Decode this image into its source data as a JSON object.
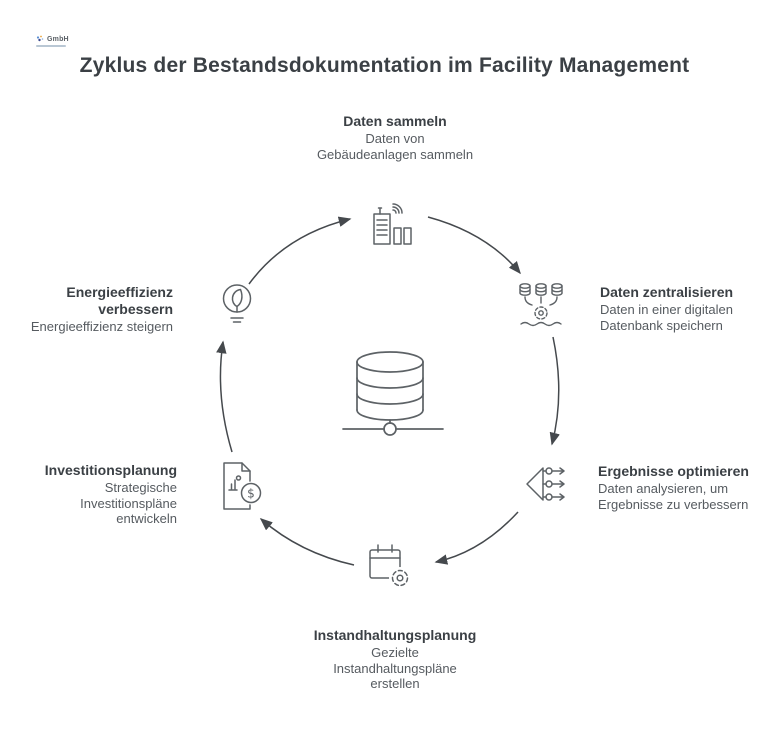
{
  "page": {
    "title": "Zyklus der Bestandsdokumentation im Facility Management"
  },
  "logo": {
    "text": "GmbH"
  },
  "colors": {
    "title_text": "#3b4045",
    "step_title_text": "#3b4045",
    "step_subtitle_text": "#565b60",
    "icon_stroke": "#5d6266",
    "arrow_stroke": "#45494d",
    "background": "#ffffff"
  },
  "icons": {
    "dollar_glyph": "$"
  },
  "cycle": {
    "center_icon": "database-network-icon",
    "direction": "clockwise",
    "steps": [
      {
        "position": "top",
        "icon": "smart-building-icon",
        "title": "Daten sammeln",
        "subtitle": "Daten von\nGebäudeanlagen sammeln"
      },
      {
        "position": "right-top",
        "icon": "data-stacks-gear-icon",
        "title": "Daten zentralisieren",
        "subtitle": "Daten in einer digitalen\nDatenbank speichern"
      },
      {
        "position": "right-bottom",
        "icon": "funnel-split-arrows-icon",
        "title": "Ergebnisse optimieren",
        "subtitle": "Daten analysieren, um\nErgebnisse zu verbessern"
      },
      {
        "position": "bottom",
        "icon": "calendar-gear-icon",
        "title": "Instandhaltungsplanung",
        "subtitle": "Gezielte\nInstandhaltungspläne\nerstellen"
      },
      {
        "position": "left-bottom",
        "icon": "document-chart-dollar-icon",
        "title": "Investitionsplanung",
        "subtitle": "Strategische\nInvestitionspläne\nentwickeln"
      },
      {
        "position": "left-top",
        "icon": "leaf-bulb-icon",
        "title": "Energieeffizienz\nverbessern",
        "subtitle": "Energieeffizienz steigern"
      }
    ]
  }
}
